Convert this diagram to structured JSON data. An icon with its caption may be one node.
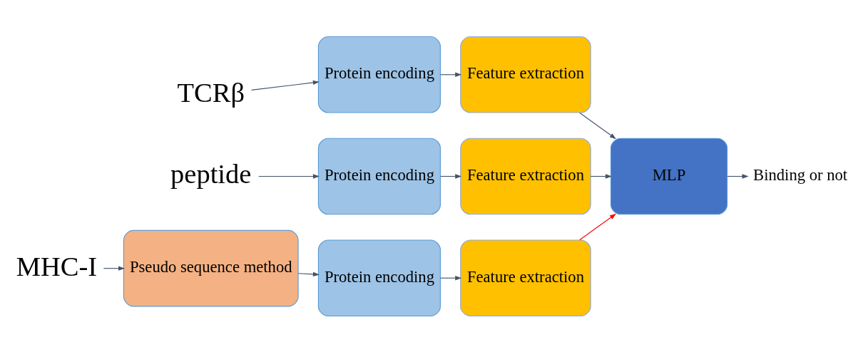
{
  "diagram": {
    "nodes": [
      {
        "text": [
          "TCRβ"
        ]
      },
      {
        "text": [
          "Protein encoding"
        ]
      },
      {
        "text": [
          "Feature extraction"
        ]
      },
      {
        "text": [
          "peptide"
        ]
      },
      {
        "text": [
          "Protein encoding"
        ]
      },
      {
        "text": [
          "Feature extraction"
        ]
      },
      {
        "text": [
          "MHC-I"
        ]
      },
      {
        "text": [
          "Pseudo sequence method"
        ]
      },
      {
        "text": [
          "Protein encoding"
        ]
      },
      {
        "text": [
          "Feature extraction"
        ]
      },
      {
        "text": [
          "MLP"
        ]
      },
      {
        "text": [
          "Binding or not"
        ]
      }
    ],
    "edges": [
      {
        "from": 0,
        "to": 1,
        "arrow": "to"
      },
      {
        "from": 1,
        "to": 2,
        "arrow": "to"
      },
      {
        "from": 2,
        "to": 10,
        "arrow": "to"
      },
      {
        "from": 3,
        "to": 4,
        "arrow": "to"
      },
      {
        "from": 4,
        "to": 5,
        "arrow": "to"
      },
      {
        "from": 5,
        "to": 10,
        "arrow": "to"
      },
      {
        "from": 6,
        "to": 7,
        "arrow": "to"
      },
      {
        "from": 7,
        "to": 8,
        "arrow": "to"
      },
      {
        "from": 8,
        "to": 9,
        "arrow": "to"
      },
      {
        "from": 9,
        "to": 10,
        "arrow": "to",
        "color": "#ff0000"
      },
      {
        "from": 10,
        "to": 11,
        "arrow": "to"
      }
    ]
  }
}
